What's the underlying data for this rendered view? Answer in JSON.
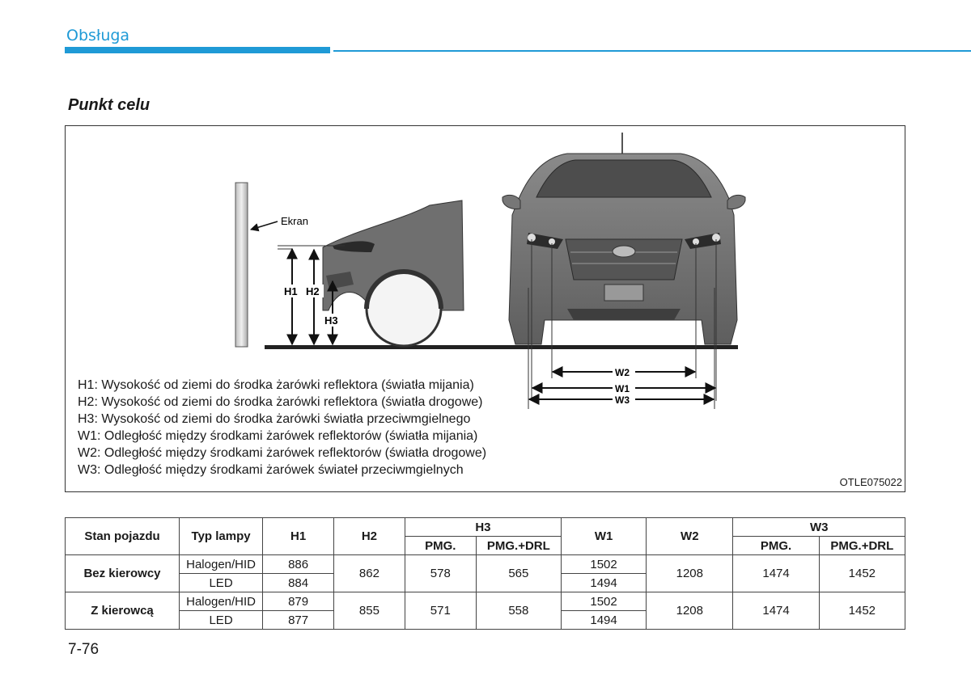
{
  "header": {
    "section": "Obsługa"
  },
  "heading": "Punkt celu",
  "figure": {
    "screen_label": "Ekran",
    "dim_labels": {
      "h1": "H1",
      "h2": "H2",
      "h3": "H3",
      "w1": "W1",
      "w2": "W2",
      "w3": "W3"
    },
    "legend": [
      "H1: Wysokość od ziemi do środka żarówki reflektora (światła mijania)",
      "H2: Wysokość od ziemi do środka żarówki reflektora (światła drogowe)",
      "H3: Wysokość od ziemi do środka żarówki światła przeciwmgielnego",
      "W1: Odległość między środkami żarówek reflektorów (światła mijania)",
      "W2: Odległość między środkami żarówek reflektorów (światła drogowe)",
      "W3: Odległość między środkami żarówek świateł przeciwmgielnych"
    ],
    "code": "OTLE075022"
  },
  "table": {
    "headers": {
      "state": "Stan pojazdu",
      "lamp": "Typ lampy",
      "h1": "H1",
      "h2": "H2",
      "h3": "H3",
      "w1": "W1",
      "w2": "W2",
      "w3": "W3",
      "h3_sub": [
        "PMG.",
        "PMG.+DRL"
      ],
      "w3_sub": [
        "PMG.",
        "PMG.+DRL"
      ]
    },
    "groups": [
      {
        "state": "Bez kierowcy",
        "rows": [
          {
            "lamp": "Halogen/HID",
            "h1": "886",
            "w1": "1502"
          },
          {
            "lamp": "LED",
            "h1": "884",
            "w1": "1494"
          }
        ],
        "h2": "862",
        "h3_pmg": "578",
        "h3_drl": "565",
        "w2": "1208",
        "w3_pmg": "1474",
        "w3_drl": "1452"
      },
      {
        "state": "Z kierowcą",
        "rows": [
          {
            "lamp": "Halogen/HID",
            "h1": "879",
            "w1": "1502"
          },
          {
            "lamp": "LED",
            "h1": "877",
            "w1": "1494"
          }
        ],
        "h2": "855",
        "h3_pmg": "571",
        "h3_drl": "558",
        "w2": "1208",
        "w3_pmg": "1474",
        "w3_drl": "1452"
      }
    ]
  },
  "page_number": "7-76"
}
